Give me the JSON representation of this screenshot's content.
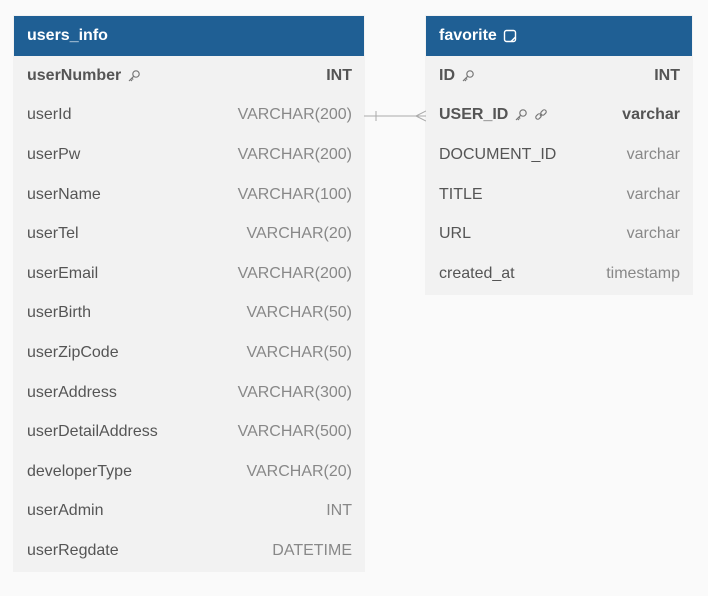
{
  "tables": [
    {
      "name": "users_info",
      "columns": [
        {
          "name": "userNumber",
          "type": "INT",
          "pk": true,
          "fk": false
        },
        {
          "name": "userId",
          "type": "VARCHAR(200)",
          "pk": false,
          "fk": false
        },
        {
          "name": "userPw",
          "type": "VARCHAR(200)",
          "pk": false,
          "fk": false
        },
        {
          "name": "userName",
          "type": "VARCHAR(100)",
          "pk": false,
          "fk": false
        },
        {
          "name": "userTel",
          "type": "VARCHAR(20)",
          "pk": false,
          "fk": false
        },
        {
          "name": "userEmail",
          "type": "VARCHAR(200)",
          "pk": false,
          "fk": false
        },
        {
          "name": "userBirth",
          "type": "VARCHAR(50)",
          "pk": false,
          "fk": false
        },
        {
          "name": "userZipCode",
          "type": "VARCHAR(50)",
          "pk": false,
          "fk": false
        },
        {
          "name": "userAddress",
          "type": "VARCHAR(300)",
          "pk": false,
          "fk": false
        },
        {
          "name": "userDetailAddress",
          "type": "VARCHAR(500)",
          "pk": false,
          "fk": false
        },
        {
          "name": "developerType",
          "type": "VARCHAR(20)",
          "pk": false,
          "fk": false
        },
        {
          "name": "userAdmin",
          "type": "INT",
          "pk": false,
          "fk": false
        },
        {
          "name": "userRegdate",
          "type": "DATETIME",
          "pk": false,
          "fk": false
        }
      ]
    },
    {
      "name": "favorite",
      "has_note": true,
      "columns": [
        {
          "name": "ID",
          "type": "INT",
          "pk": true,
          "fk": false
        },
        {
          "name": "USER_ID",
          "type": "varchar",
          "pk": true,
          "fk": true
        },
        {
          "name": "DOCUMENT_ID",
          "type": "varchar",
          "pk": false,
          "fk": false
        },
        {
          "name": "TITLE",
          "type": "varchar",
          "pk": false,
          "fk": false
        },
        {
          "name": "URL",
          "type": "varchar",
          "pk": false,
          "fk": false
        },
        {
          "name": "created_at",
          "type": "timestamp",
          "pk": false,
          "fk": false
        }
      ]
    }
  ],
  "relationship": {
    "from": "users_info.userId",
    "to": "favorite.USER_ID",
    "from_cardinality": "one",
    "to_cardinality": "many"
  },
  "colors": {
    "header": "#1f5f94",
    "body": "#f2f2f2",
    "background": "#fafafa"
  }
}
